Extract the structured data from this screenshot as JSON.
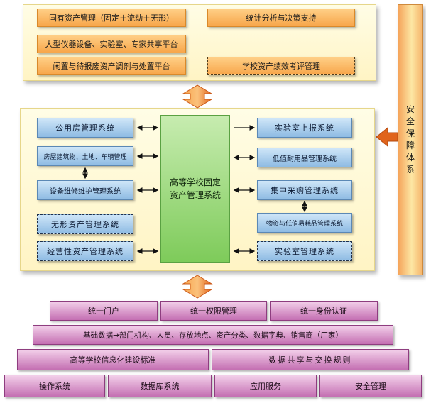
{
  "top_panel": {
    "items": [
      {
        "label": "国有资产管理（固定＋流动＋无形）"
      },
      {
        "label": "统计分析与决策支持"
      },
      {
        "label": "大型仪器设备、实验室、专家共享平台"
      },
      {
        "label": "闲置与待报废资产调剂与处置平台"
      },
      {
        "label": "学校资产绩效考评管理"
      }
    ]
  },
  "center": {
    "line1": "高等学校固定",
    "line2": "资产管理系统"
  },
  "left_systems": [
    {
      "label": "公用房管理系统"
    },
    {
      "label": "房屋建筑物、土地、车辆管理"
    },
    {
      "label": "设备维修维护管理系统"
    },
    {
      "label": "无形资产管理系统"
    },
    {
      "label": "经营性资产管理系统"
    }
  ],
  "right_systems": [
    {
      "label": "实验室上报系统"
    },
    {
      "label": "低值耐用品管理系统"
    },
    {
      "label": "集中采购管理系统"
    },
    {
      "label": "物资与低值易耗品管理系统"
    },
    {
      "label": "实验室管理系统"
    }
  ],
  "security": {
    "chars": [
      "安",
      "全",
      "保",
      "障",
      "体",
      "系"
    ]
  },
  "pyramid": {
    "row1": [
      "统一门户",
      "统一权限管理",
      "统一身份认证"
    ],
    "row2": [
      "基础数据→部门机构、人员、存放地点、资产分类、数据字典、销售商（厂家）"
    ],
    "row3": [
      "高等学校信息化建设标准",
      "数据共享与交换规则"
    ],
    "row4": [
      "操作系统",
      "数据库系统",
      "应用服务",
      "安全管理"
    ]
  },
  "colors": {
    "orange_box": "#f7a64a",
    "blue_box": "#8ebbe3",
    "green_center": "#7ecb5a",
    "purple_box": "#c46fb2",
    "connector_arrow": "#e0641c"
  }
}
